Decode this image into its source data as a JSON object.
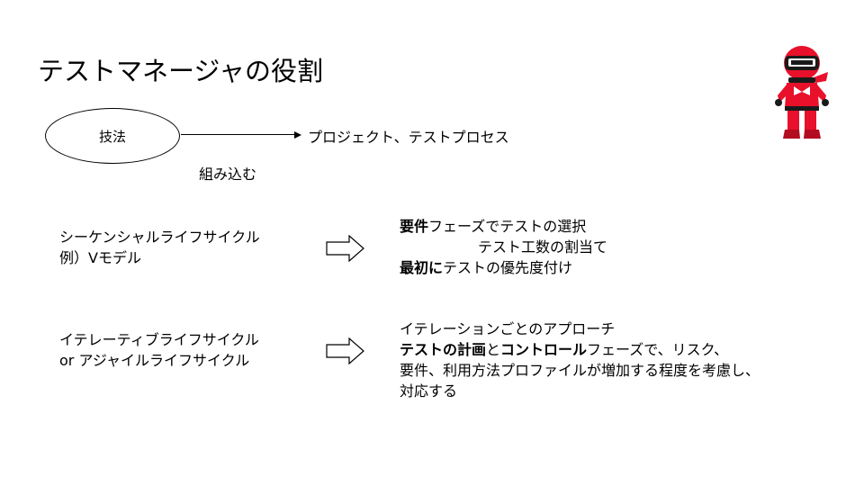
{
  "title": "テストマネージャの役割",
  "diagram": {
    "ellipse_label": "技法",
    "arrow_target": "プロジェクト、テストプロセス",
    "arrow_caption": "組み込む"
  },
  "rows": [
    {
      "left_lines": [
        "シーケンシャルライフサイクル",
        "例）Vモデル"
      ],
      "right": {
        "line1_bold": "要件",
        "line1_rest": "フェーズでテストの選択",
        "line2": "テスト工数の割当て",
        "line3_bold": "最初に",
        "line3_rest": "テストの優先度付け"
      }
    },
    {
      "left_lines": [
        "イテレーティブライフサイクル",
        "or アジャイルライフサイクル"
      ],
      "right": {
        "line1": "イテレーションごとのアプローチ",
        "line2_bold_a": "テストの計画",
        "line2_mid": "と",
        "line2_bold_b": "コントロール",
        "line2_rest": "フェーズで、リスク、",
        "line3": "要件、利用方法プロファイルが増加する程度を考慮し、",
        "line4": "対応する"
      }
    }
  ],
  "colors": {
    "mascot_red": "#e8102a",
    "mascot_dark": "#1a1a1a"
  },
  "icons": {
    "mascot": "ninja-mascot-icon",
    "block_arrow": "block-arrow-right-icon"
  }
}
